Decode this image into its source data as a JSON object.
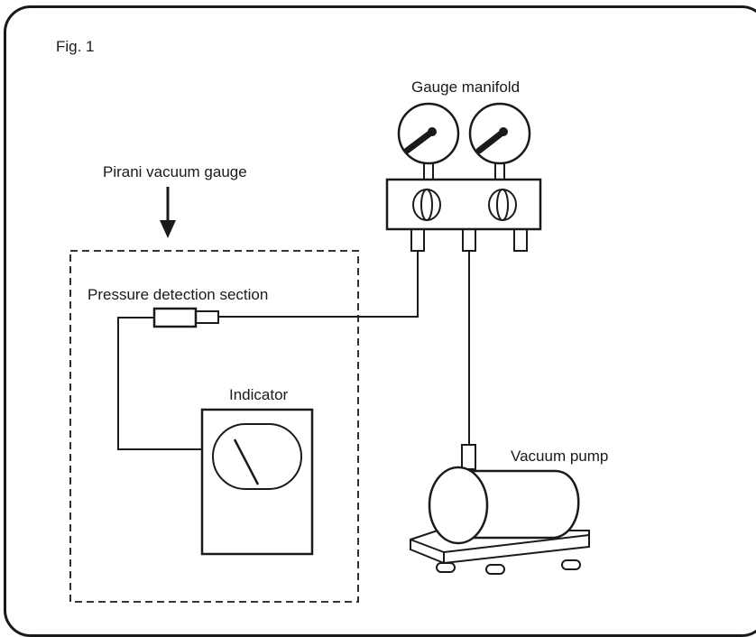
{
  "figure": {
    "caption": "Fig. 1"
  },
  "labels": {
    "gauge_manifold": "Gauge manifold",
    "pirani_vacuum_gauge": "Pirani vacuum gauge",
    "pressure_detection_section": "Pressure detection section",
    "indicator": "Indicator",
    "vacuum_pump": "Vacuum pump"
  },
  "colors": {
    "ink": "#1a1a1a",
    "background": "#ffffff"
  }
}
